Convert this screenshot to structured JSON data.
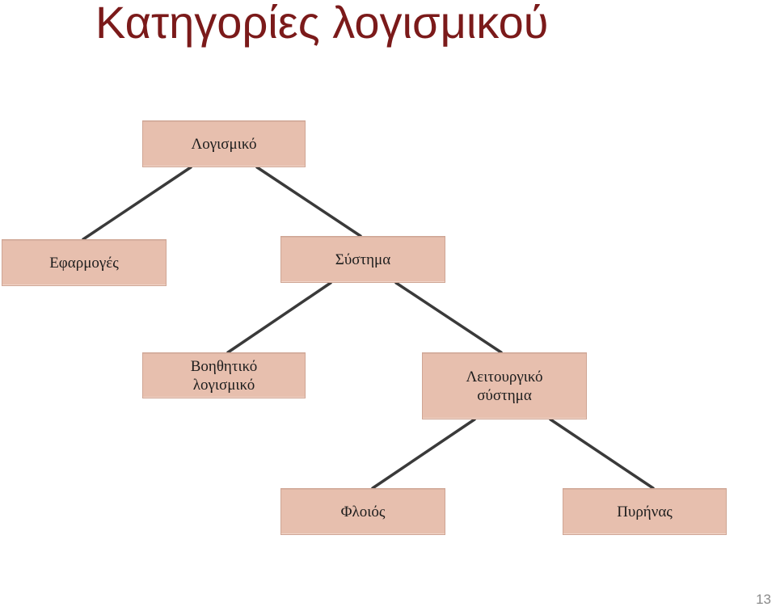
{
  "slide": {
    "title": "Κατηγορίες λογισμικού",
    "page_number": "13"
  },
  "diagram": {
    "nodes": {
      "software": "Λογισμικό",
      "applications": "Εφαρμογές",
      "system": "Σύστημα",
      "utility_software": "Βοηθητικό\nλογισμικό",
      "operating_system": "Λειτουργικό\nσύστημα",
      "shell": "Φλοιός",
      "kernel": "Πυρήνας"
    },
    "colors": {
      "node_fill": "#e7bfae",
      "connector": "#3a3a3a",
      "title": "#7b1a1a"
    }
  }
}
